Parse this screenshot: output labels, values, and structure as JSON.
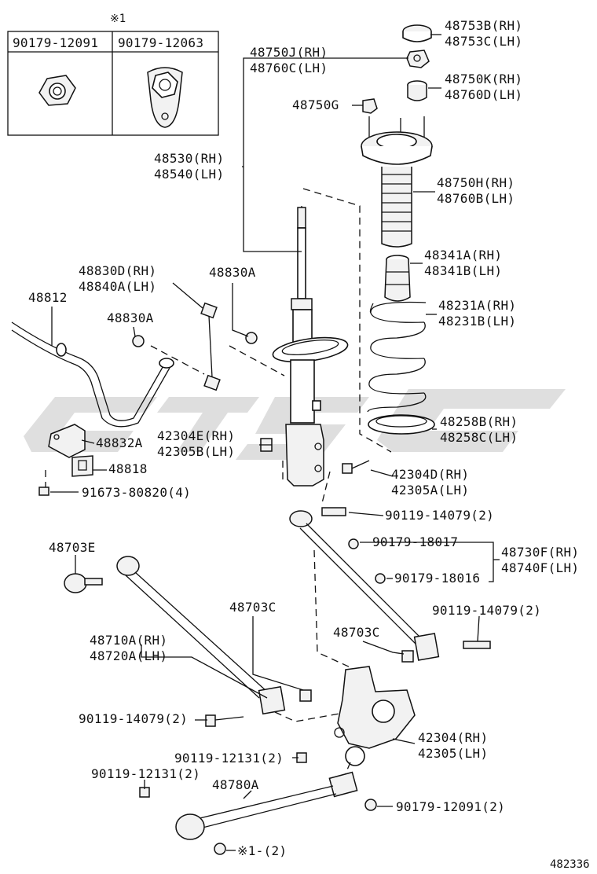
{
  "legend": {
    "symbol": "※1",
    "col1": "90179-12091",
    "col2": "90179-12063"
  },
  "parts": {
    "p48753": [
      "48753B(RH)",
      "48753C(LH)"
    ],
    "p48750J": [
      "48750J(RH)",
      "48760C(LH)"
    ],
    "p48750K": [
      "48750K(RH)",
      "48760D(LH)"
    ],
    "p48750G": [
      "48750G"
    ],
    "p48530": [
      "48530(RH)",
      "48540(LH)"
    ],
    "p48750H": [
      "48750H(RH)",
      "48760B(LH)"
    ],
    "p48341": [
      "48341A(RH)",
      "48341B(LH)"
    ],
    "p48830D": [
      "48830D(RH)",
      "48840A(LH)"
    ],
    "p48830A_top": [
      "48830A"
    ],
    "p48812": [
      "48812"
    ],
    "p48830A_left": [
      "48830A"
    ],
    "p48231": [
      "48231A(RH)",
      "48231B(LH)"
    ],
    "p48258": [
      "48258B(RH)",
      "48258C(LH)"
    ],
    "p48832A": [
      "48832A"
    ],
    "p42304E": [
      "42304E(RH)",
      "42305B(LH)"
    ],
    "p48818": [
      "48818"
    ],
    "p91673": [
      "91673-80820(4)"
    ],
    "p42304D": [
      "42304D(RH)",
      "42305A(LH)"
    ],
    "p90119_a": [
      "90119-14079(2)"
    ],
    "p48703E": [
      "48703E"
    ],
    "p90179_18017": [
      "90179-18017"
    ],
    "p48730F": [
      "48730F(RH)",
      "48740F(LH)"
    ],
    "p90179_18016": [
      "90179-18016"
    ],
    "p48703C_top": [
      "48703C"
    ],
    "p90119_b": [
      "90119-14079(2)"
    ],
    "p48710A": [
      "48710A(RH)",
      "48720A(LH)"
    ],
    "p48703C_mid": [
      "48703C"
    ],
    "p90119_c": [
      "90119-14079(2)"
    ],
    "p42304": [
      "42304(RH)",
      "42305(LH)"
    ],
    "p90119_12131_a": [
      "90119-12131(2)"
    ],
    "p90119_12131_b": [
      "90119-12131(2)"
    ],
    "p48780A": [
      "48780A"
    ],
    "p90179_12091": [
      "90179-12091(2)"
    ],
    "p_ref1": [
      "※1-(2)"
    ]
  },
  "figure_number": "482336"
}
